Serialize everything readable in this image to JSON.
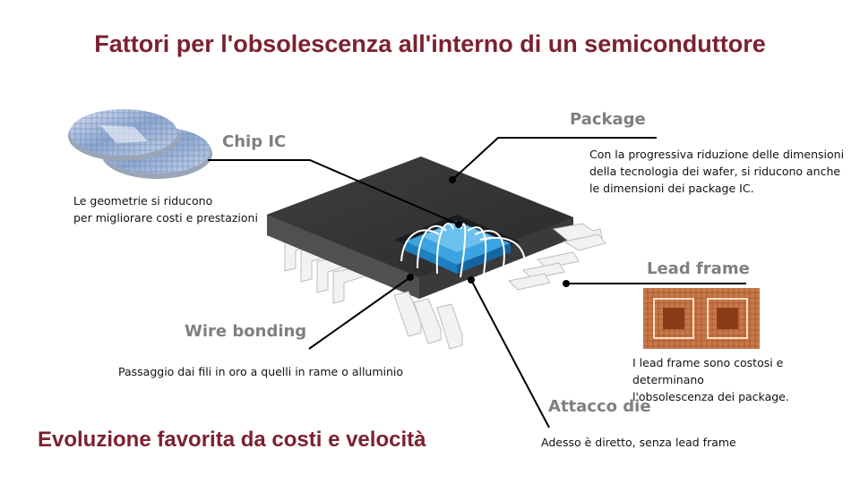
{
  "title": "Fattori per l'obsolescenza all'interno di un semiconduttore",
  "footer": "Evoluzione favorita da costi e velocità",
  "callouts": {
    "chip_ic": {
      "label": "Chip IC",
      "desc": "Le geometrie si riducono\nper migliorare costi e prestazioni"
    },
    "package": {
      "label": "Package",
      "desc": "Con la progressiva riduzione delle dimensioni\ndella tecnologia dei wafer, si riducono anche\nle dimensioni dei package IC."
    },
    "lead_frame": {
      "label": "Lead frame",
      "desc": "I lead frame sono costosi e determinano\nl'obsolescenza dei package."
    },
    "wire_bonding": {
      "label": "Wire bonding",
      "desc": "Passaggio dai fili in oro a quelli in rame o alluminio"
    },
    "die_attach": {
      "label": "Attacco die",
      "desc": "Adesso è diretto, senza lead frame"
    }
  },
  "colors": {
    "title": "#7b2130",
    "label": "#7f7f7f",
    "package_body": "#4d4d4f",
    "die": "#3aa3e0",
    "wafer": "#9fb3d6",
    "lead_frame": "#c8794a"
  }
}
